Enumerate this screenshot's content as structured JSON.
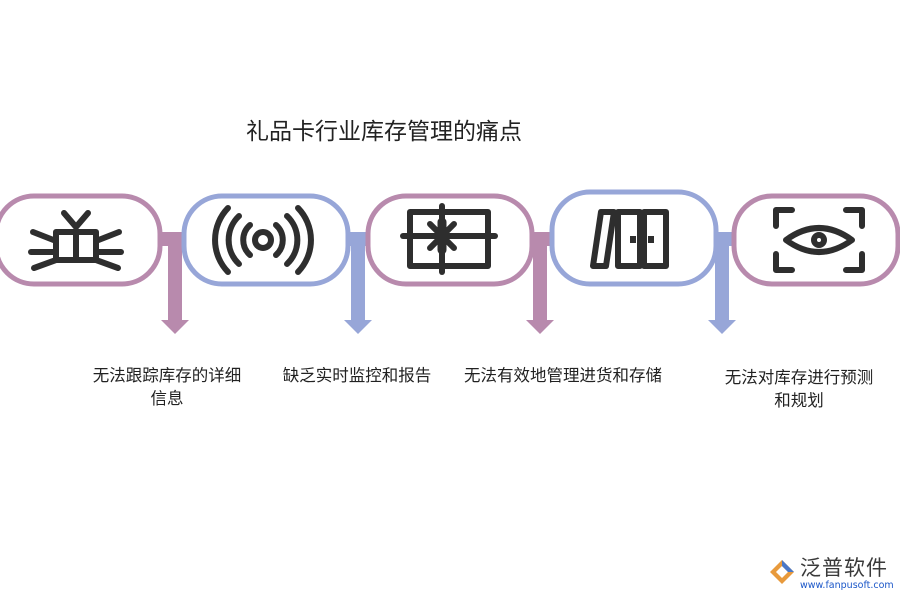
{
  "title": "礼品卡行业库存管理的痛点",
  "colors": {
    "purple": "#b88aad",
    "blue": "#97a6d8",
    "icon": "#2e2e2e"
  },
  "steps": [
    {
      "label": "无法跟踪库存的详细信息",
      "icon": "bug-icon",
      "color": "purple"
    },
    {
      "label": "缺乏实时监控和报告",
      "icon": "signal-icon",
      "color": "blue"
    },
    {
      "label": "无法有效地管理进货和存储",
      "icon": "gift-box-icon",
      "color": "purple"
    },
    {
      "label": "无法对库存进行预测和规划",
      "icon": "doors-icon",
      "color": "blue"
    },
    {
      "label": "",
      "icon": "eye-scan-icon",
      "color": "purple"
    }
  ],
  "logo": {
    "name": "泛普软件",
    "url": "www.fanpusoft.com"
  }
}
